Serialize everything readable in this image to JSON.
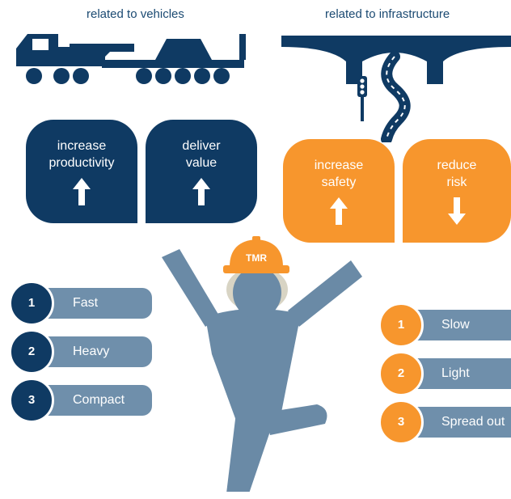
{
  "headings": {
    "vehicles": "related to vehicles",
    "infrastructure": "related to infrastructure"
  },
  "cards": [
    {
      "line1": "increase",
      "line2": "productivity",
      "direction": "up"
    },
    {
      "line1": "deliver",
      "line2": "value",
      "direction": "up"
    },
    {
      "line1": "increase",
      "line2": "safety",
      "direction": "up"
    },
    {
      "line1": "reduce",
      "line2": "risk",
      "direction": "down"
    }
  ],
  "helmet_text": "TMR",
  "vehicle_list": [
    {
      "number": "1",
      "label": "Fast"
    },
    {
      "number": "2",
      "label": "Heavy"
    },
    {
      "number": "3",
      "label": "Compact"
    }
  ],
  "infrastructure_list": [
    {
      "number": "1",
      "label": "Slow"
    },
    {
      "number": "2",
      "label": "Light"
    },
    {
      "number": "3",
      "label": "Spread out"
    }
  ],
  "colors": {
    "navy": "#0f3a63",
    "orange": "#f7962d",
    "steel": "#6f8fab",
    "figure": "#6a8aa6"
  }
}
